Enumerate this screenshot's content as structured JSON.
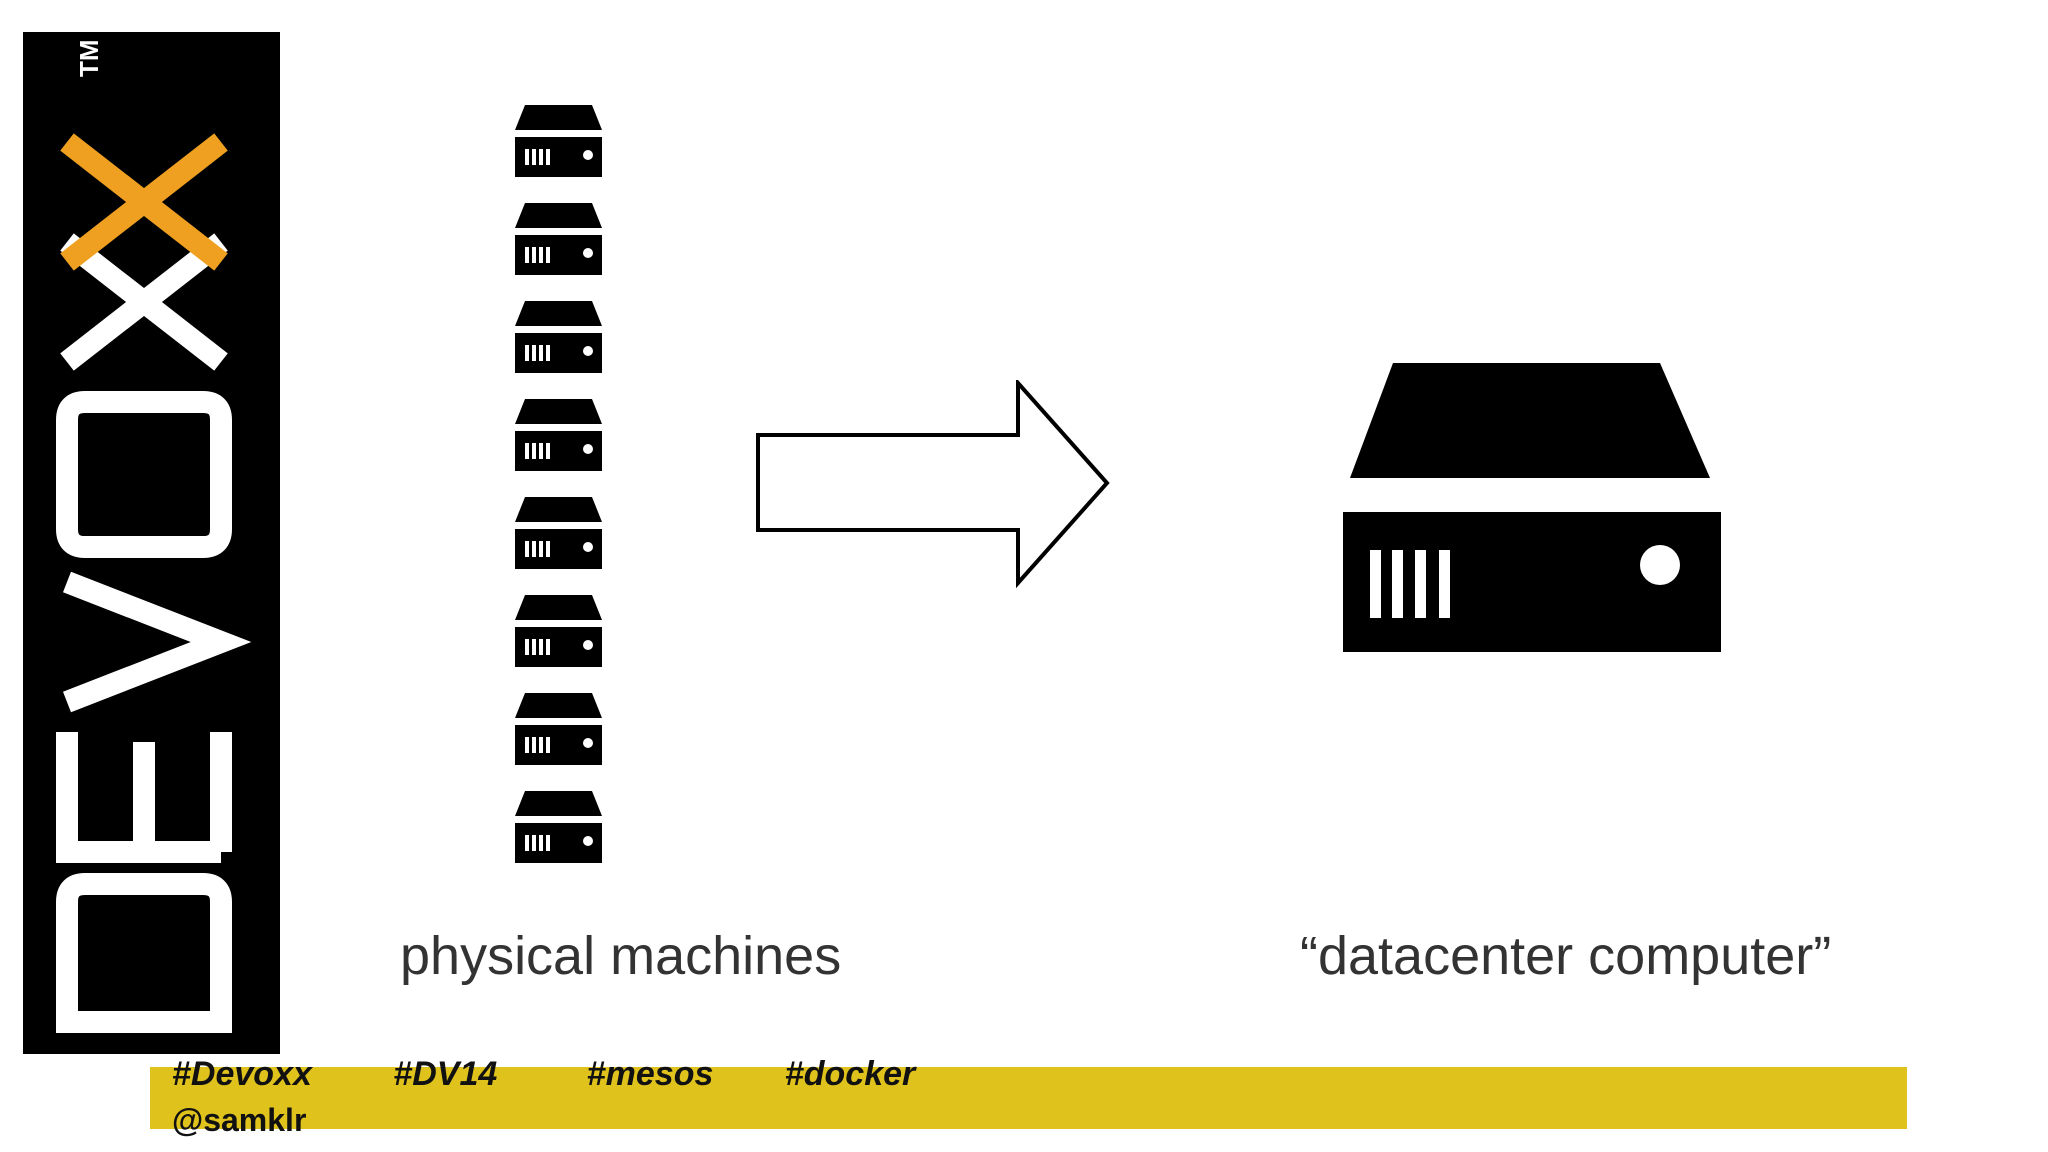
{
  "logo": {
    "text": "DEVOXX",
    "trademark": "TM"
  },
  "diagram": {
    "left_label": "physical machines",
    "right_label": "“datacenter computer”",
    "small_server_count": 8
  },
  "footer": {
    "hashtags": [
      "#Devoxx",
      "#DV14",
      "#mesos",
      "#docker"
    ],
    "handle": "@samklr"
  },
  "colors": {
    "accent_orange": "#f0a020",
    "footer_yellow": "#e0c21c",
    "logo_bg": "#000000"
  }
}
